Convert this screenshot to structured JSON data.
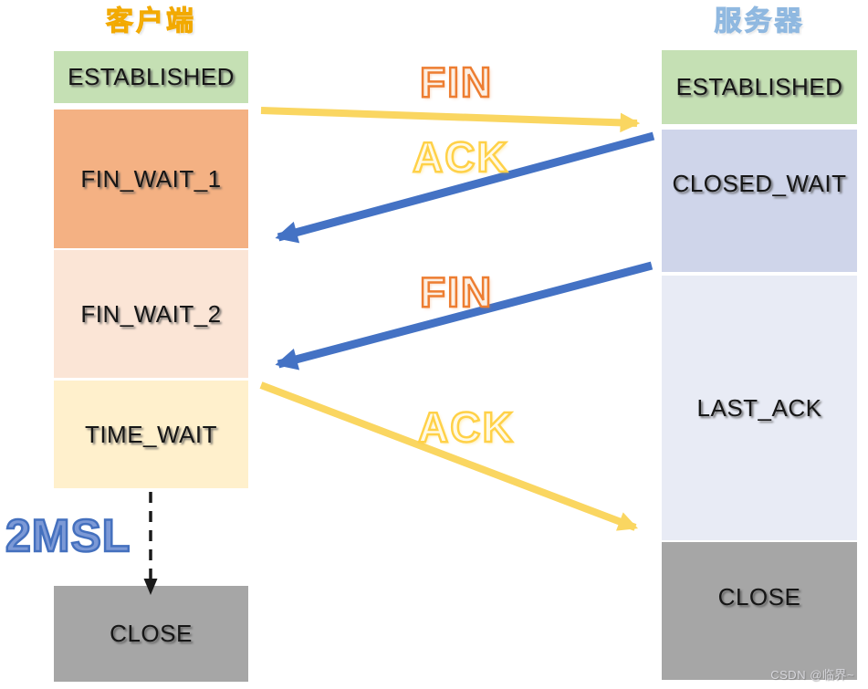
{
  "headers": {
    "client": "客户端",
    "server": "服务器"
  },
  "client_states": [
    {
      "label": "ESTABLISHED",
      "color": "#C5E0B4"
    },
    {
      "label": "FIN_WAIT_1",
      "color": "#F4B183"
    },
    {
      "label": "FIN_WAIT_2",
      "color": "#FBE5D6"
    },
    {
      "label": "TIME_WAIT",
      "color": "#FFF0CC"
    },
    {
      "label": "CLOSE",
      "color": "#A6A6A6"
    }
  ],
  "server_states": [
    {
      "label": "ESTABLISHED",
      "color": "#C5E0B4"
    },
    {
      "label": "CLOSED_WAIT",
      "color": "#CFD5EA"
    },
    {
      "label": "LAST_ACK",
      "color": "#E8EBF5"
    },
    {
      "label": "CLOSE",
      "color": "#A6A6A6"
    }
  ],
  "messages": [
    {
      "label": "FIN",
      "direction": "client-to-server",
      "label_color": "#ED7D31",
      "arrow_color": "#FAD661"
    },
    {
      "label": "ACK",
      "direction": "server-to-client",
      "label_color": "#FFD966",
      "arrow_color": "#4472C4"
    },
    {
      "label": "FIN",
      "direction": "server-to-client",
      "label_color": "#ED7D31",
      "arrow_color": "#4472C4"
    },
    {
      "label": "ACK",
      "direction": "client-to-server",
      "label_color": "#FFD966",
      "arrow_color": "#FAD661"
    }
  ],
  "annotations": {
    "msl": "2MSL"
  },
  "watermark": "CSDN @临界~",
  "colors": {
    "arrow_yellow": "#FAD661",
    "arrow_blue": "#4472C4",
    "header_client": "#FFC125",
    "header_server": "#A8CAE8",
    "msl_blue": "#4470BE",
    "dashed_arrow": "#1A1A1A"
  }
}
